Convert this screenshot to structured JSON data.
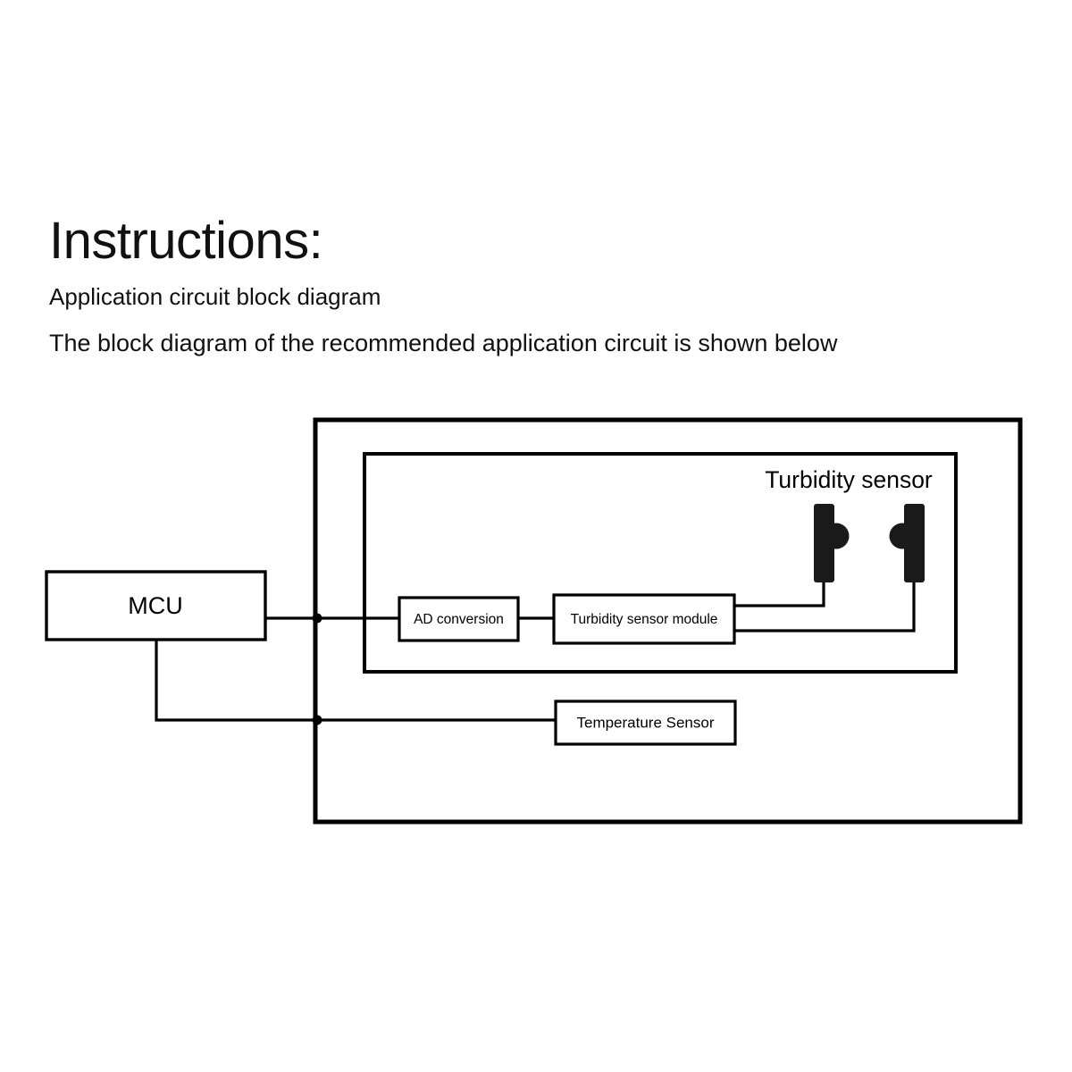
{
  "heading": {
    "title": "Instructions:",
    "line1": "Application circuit block diagram",
    "line2": "The block diagram of the recommended application circuit is shown below"
  },
  "diagram": {
    "type": "block-diagram",
    "title": "Application circuit block diagram",
    "blocks": [
      {
        "id": "mcu",
        "label": "MCU"
      },
      {
        "id": "ad_conversion",
        "label": "AD conversion"
      },
      {
        "id": "module",
        "label": "Turbidity sensor module"
      },
      {
        "id": "temperature",
        "label": "Temperature Sensor"
      }
    ],
    "annotations": [
      {
        "id": "turbidity_sensor_label",
        "label": "Turbidity sensor"
      }
    ],
    "connections": [
      {
        "from": "mcu",
        "to": "ad_conversion"
      },
      {
        "from": "ad_conversion",
        "to": "module"
      },
      {
        "from": "module",
        "to": "emitter"
      },
      {
        "from": "module",
        "to": "receiver"
      },
      {
        "from": "mcu",
        "to": "temperature"
      }
    ],
    "colors": {
      "stroke": "#000000",
      "fill": "#ffffff",
      "sensor_body": "#1a1a1a",
      "background": "#ffffff"
    }
  }
}
